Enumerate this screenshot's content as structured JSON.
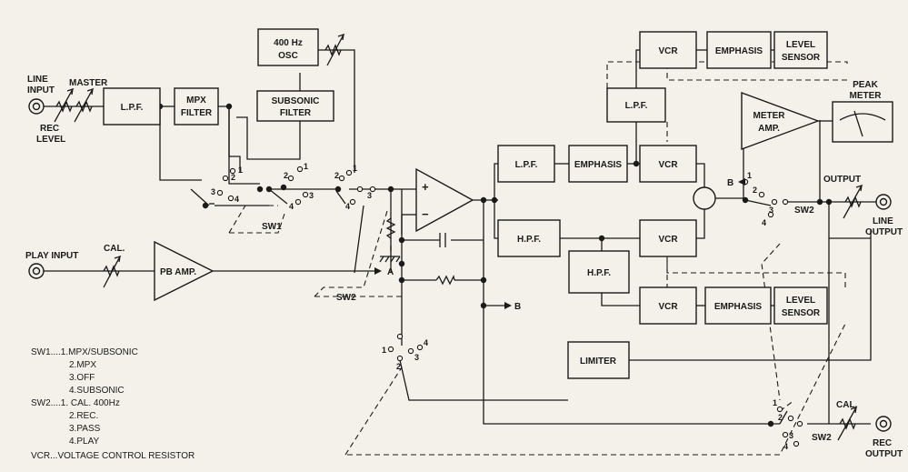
{
  "blocks": {
    "osc": [
      "400 Hz",
      "OSC"
    ],
    "lpf_in": "L.P.F.",
    "mpx_filter": [
      "MPX",
      "FILTER"
    ],
    "subsonic_filter": [
      "SUBSONIC",
      "FILTER"
    ],
    "pb_amp": "PB AMP.",
    "lpf_main": "L.P.F.",
    "hpf_main": "H.P.F.",
    "emphasis_mid": "EMPHASIS",
    "vcr_mid": "VCR",
    "vcr_top": "VCR",
    "emphasis_top": "EMPHASIS",
    "level_sensor_top": [
      "LEVEL",
      "SENSOR"
    ],
    "lpf_top": "L.P.F.",
    "meter_amp": [
      "METER",
      "AMP."
    ],
    "vcr_low": "VCR",
    "hpf_low": "H.P.F.",
    "vcr_bottom": "VCR",
    "emphasis_bottom": "EMPHASIS",
    "level_sensor_bottom": [
      "LEVEL",
      "SENSOR"
    ],
    "limiter": "LIMITER"
  },
  "labels": {
    "line_input": [
      "LINE",
      "INPUT"
    ],
    "master": "MASTER",
    "rec_level": [
      "REC",
      "LEVEL"
    ],
    "play_input": "PLAY INPUT",
    "cal_left": "CAL.",
    "cal_right": "CAL.",
    "peak_meter": [
      "PEAK",
      "METER"
    ],
    "output": "OUTPUT",
    "line_output": [
      "LINE",
      "OUTPUT"
    ],
    "rec_output": [
      "REC",
      "OUTPUT"
    ],
    "sw1": "SW1",
    "sw2_left": "SW2",
    "sw2_right": "SW2",
    "sw2_bottom": "SW2",
    "node_a": "A",
    "node_b_mid": "B",
    "node_b_right": "B",
    "plus": "+",
    "minus": "−",
    "pos1": "1",
    "pos2": "2",
    "pos3": "3",
    "pos4": "4"
  },
  "legend": [
    "SW1....1.MPX/SUBSONIC",
    "2.MPX",
    "3.OFF",
    "4.SUBSONIC",
    "SW2....1. CAL. 400Hz",
    "2.REC.",
    "3.PASS",
    "4.PLAY",
    "VCR...VOLTAGE CONTROL RESISTOR"
  ]
}
